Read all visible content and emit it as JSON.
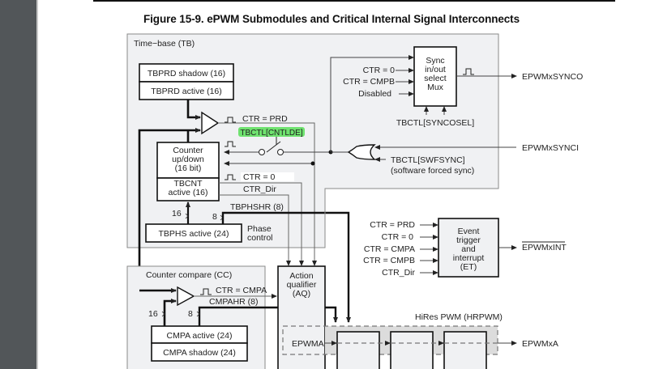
{
  "viewer": {
    "sidebar": "pdf-viewer-sidebar"
  },
  "figure": {
    "title": "Figure 15-9. ePWM Submodules and Critical Internal Signal Interconnects",
    "highlight_color": "#6fe26f",
    "timebase": {
      "label": "Time−base (TB)",
      "tbprd_shadow": "TBPRD shadow (16)",
      "tbprd_active": "TBPRD active (16)",
      "ctr_prd": "CTR = PRD",
      "cntlde": "TBCTL[CNTLDE]",
      "counter_lines": [
        "Counter",
        "up/down",
        "(16 bit)"
      ],
      "tbcnt_lines": [
        "TBCNT",
        "active (16)"
      ],
      "ctr_zero": "CTR = 0",
      "ctr_dir": "CTR_Dir",
      "tbphshr": "TBPHSHR (8)",
      "bus16": "16",
      "bus8": "8",
      "tbphs_active": "TBPHS active (24)",
      "phase_control_lines": [
        "Phase",
        "control"
      ]
    },
    "sync": {
      "inputs": [
        "CTR = 0",
        "CTR = CMPB",
        "Disabled"
      ],
      "mux_lines": [
        "Sync",
        "in/out",
        "select",
        "Mux"
      ],
      "syncosel": "TBCTL[SYNCOSEL]",
      "synco": "EPWMxSYNCO",
      "synci": "EPWMxSYNCI",
      "swfsync": "TBCTL[SWFSYNC]",
      "swfsync_note": "(software forced sync)"
    },
    "event_trigger": {
      "inputs": [
        "CTR = PRD",
        "CTR = 0",
        "CTR = CMPA",
        "CTR = CMPB",
        "CTR_Dir"
      ],
      "box_lines": [
        "Event",
        "trigger",
        "and",
        "interrupt",
        "(ET)"
      ],
      "output": "EPWMxINT"
    },
    "counter_compare": {
      "label": "Counter compare (CC)",
      "ctr_cmpa": "CTR = CMPA",
      "cmpahr": "CMPAHR (8)",
      "bus16": "16",
      "bus8": "8",
      "cmpa_active": "CMPA active (24)",
      "cmpa_shadow": "CMPA shadow (24)"
    },
    "action_qualifier": {
      "box_lines": [
        "Action",
        "qualifier",
        "(AQ)"
      ]
    },
    "hrpwm": {
      "label": "HiRes PWM (HRPWM)",
      "input": "EPWMA",
      "output": "EPWMxA"
    }
  }
}
